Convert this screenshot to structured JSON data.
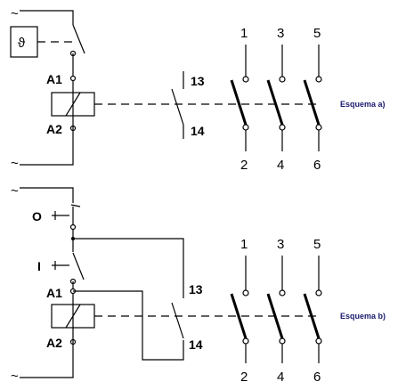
{
  "schematic_a": {
    "caption": "Esquema a)",
    "coil_top": "A1",
    "coil_bottom": "A2",
    "aux_top": "13",
    "aux_bottom": "14",
    "poles_top": [
      "1",
      "3",
      "5"
    ],
    "poles_bottom": [
      "2",
      "4",
      "6"
    ],
    "supply_symbol": "~",
    "thermostat_symbol": "ϑ"
  },
  "schematic_b": {
    "caption": "Esquema b)",
    "coil_top": "A1",
    "coil_bottom": "A2",
    "aux_top": "13",
    "aux_bottom": "14",
    "poles_top": [
      "1",
      "3",
      "5"
    ],
    "poles_bottom": [
      "2",
      "4",
      "6"
    ],
    "supply_symbol": "~",
    "off_button": "O",
    "on_button": "I"
  }
}
